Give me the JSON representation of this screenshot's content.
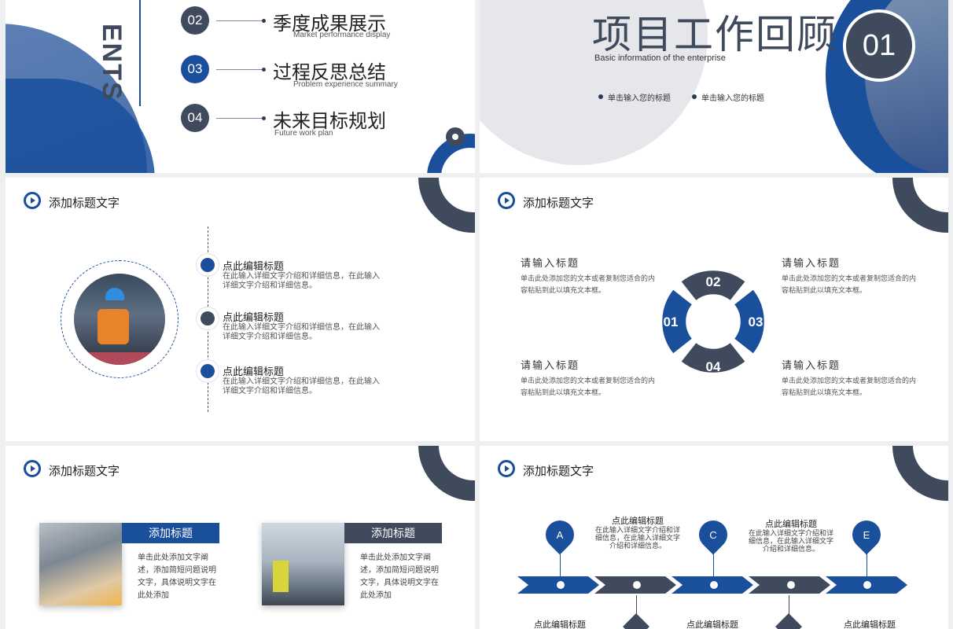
{
  "slide1": {
    "contents_text": "ENTS",
    "menu": [
      {
        "num": "02",
        "title": "季度成果展示",
        "subtitle": "Market performance display",
        "color": "#3f4b5c"
      },
      {
        "num": "03",
        "title": "过程反思总结",
        "subtitle": "Problem experience summary",
        "color": "#1a4f9c"
      },
      {
        "num": "04",
        "title": "未来目标规划",
        "subtitle": "Future work plan",
        "color": "#3f4b5c"
      }
    ]
  },
  "slide2": {
    "title": "项目工作回顾",
    "subtitle": "Basic information of the enterprise",
    "badge": "01",
    "bullets": [
      "单击输入您的标题",
      "单击输入您的标题"
    ]
  },
  "slide3": {
    "header": "添加标题文字",
    "items": [
      {
        "title": "点此编辑标题",
        "desc": "在此输入详细文字介绍和详细信息，在此输入详细文字介绍和详细信息。",
        "color": "#1a4f9c"
      },
      {
        "title": "点此编辑标题",
        "desc": "在此输入详细文字介绍和详细信息，在此输入详细文字介绍和详细信息。",
        "color": "#3f4b5c"
      },
      {
        "title": "点此编辑标题",
        "desc": "在此输入详细文字介绍和详细信息，在此输入详细文字介绍和详细信息。",
        "color": "#1a4f9c"
      }
    ]
  },
  "slide4": {
    "header": "添加标题文字",
    "quadrants": [
      {
        "title": "请输入标题",
        "desc": "单击此处添加您的文本或者复制您适合的内容粘贴到此以填充文本框。"
      },
      {
        "title": "请输入标题",
        "desc": "单击此处添加您的文本或者复制您适合的内容粘贴到此以填充文本框。"
      },
      {
        "title": "请输入标题",
        "desc": "单击此处添加您的文本或者复制您适合的内容粘贴到此以填充文本框。"
      },
      {
        "title": "请输入标题",
        "desc": "单击此处添加您的文本或者复制您适合的内容粘贴到此以填充文本框。"
      }
    ],
    "ring": {
      "top": "02",
      "left": "01",
      "right": "03",
      "bottom": "04"
    }
  },
  "slide5": {
    "header": "添加标题文字",
    "cards": [
      {
        "label": "添加标题",
        "desc": "单击此处添加文字阐述，添加简短问题说明文字，具体说明文字在此处添加",
        "color": "#1a4f9c"
      },
      {
        "label": "添加标题",
        "desc": "单击此处添加文字阐述，添加简短问题说明文字，具体说明文字在此处添加",
        "color": "#3f4b5c"
      }
    ]
  },
  "slide6": {
    "header": "添加标题文字",
    "pins": [
      "A",
      "C",
      "E"
    ],
    "top_labels": [
      {
        "title": "点此编辑标题",
        "desc": "在此输入详细文字介绍和详细信息，在此输入详细文字介绍和详细信息。"
      },
      {
        "title": "点此编辑标题",
        "desc": "在此输入详细文字介绍和详细信息，在此输入详细文字介绍和详细信息。"
      }
    ],
    "bottom_labels": [
      "点此编辑标题",
      "点此编辑标题",
      "点此编辑标题"
    ]
  },
  "colors": {
    "navy": "#3f4b5c",
    "blue": "#1a4f9c"
  }
}
